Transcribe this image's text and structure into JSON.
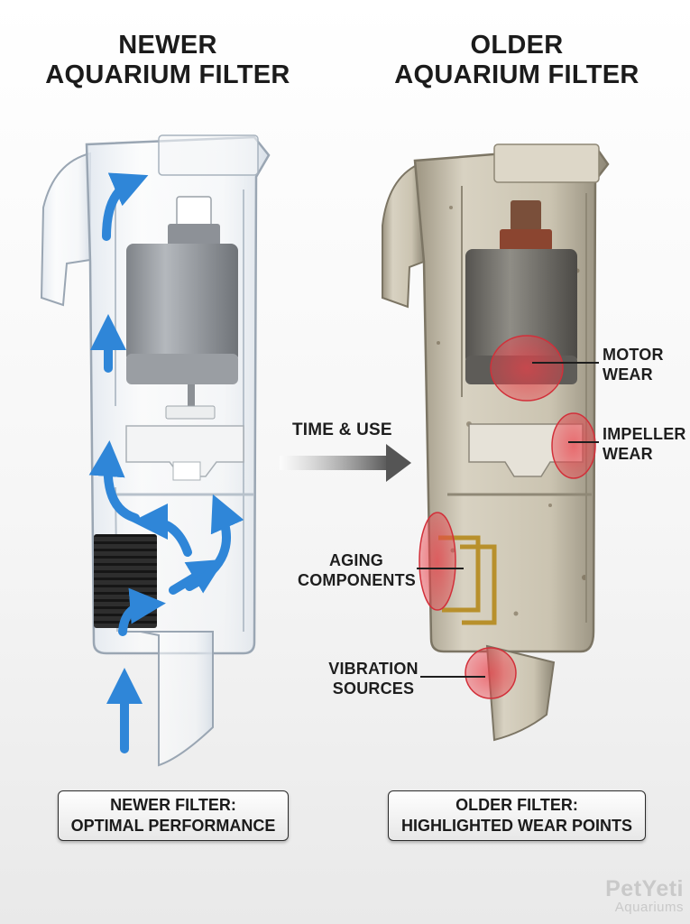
{
  "titles": {
    "left": {
      "line1": "NEWER",
      "line2": "AQUARIUM FILTER"
    },
    "right": {
      "line1": "OLDER",
      "line2": "AQUARIUM FILTER"
    }
  },
  "transition_label": "TIME & USE",
  "callouts": {
    "motor": {
      "line1": "MOTOR",
      "line2": "WEAR"
    },
    "impeller": {
      "line1": "IMPELLER",
      "line2": "WEAR"
    },
    "aging": {
      "line1": "AGING",
      "line2": "COMPONENTS"
    },
    "vibration": {
      "line1": "VIBRATION",
      "line2": "SOURCES"
    }
  },
  "captions": {
    "left": {
      "line1": "NEWER FILTER:",
      "line2": "OPTIMAL PERFORMANCE"
    },
    "right": {
      "line1": "OLDER FILTER:",
      "line2": "HIGHLIGHTED WEAR POINTS"
    }
  },
  "brand": {
    "name": "PetYeti",
    "sub": "Aquariums"
  },
  "colors": {
    "flow_arrow": "#2f86d8",
    "wear_highlight": "#e8424a",
    "clear_plastic": "#eef2f6",
    "aged_plastic": "#cfc6b0"
  },
  "icons": {
    "flow": "water-flow-arrow-icon",
    "transition": "right-arrow-icon"
  }
}
